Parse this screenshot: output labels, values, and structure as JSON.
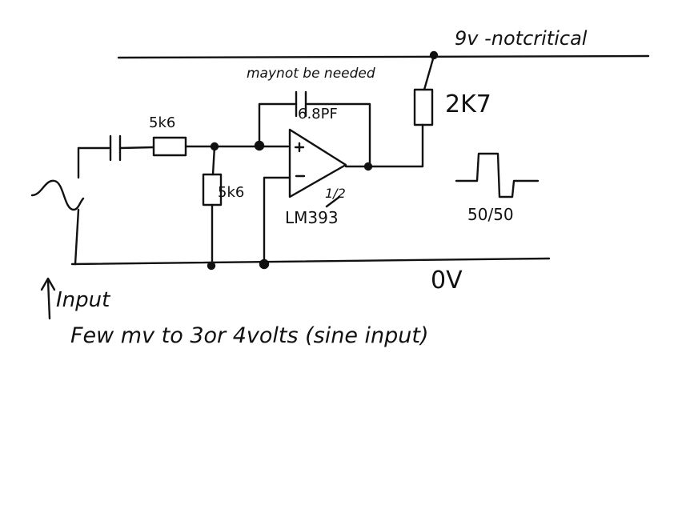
{
  "labels": {
    "supply": "9v -notcritical",
    "cap_note": "maynot be needed",
    "cap_value": "6.8PF",
    "r_input": "5k6",
    "r_pullup": "2K7",
    "r_ground": "5k6",
    "ic": "LM393",
    "ic_section": "1/2",
    "duty": "50/50",
    "ground": "0V",
    "input_label": "Input",
    "input_desc": "Few mv to 3or 4volts (sine input)"
  },
  "colors": {
    "ink": "#111111",
    "paper": "#ffffff"
  }
}
